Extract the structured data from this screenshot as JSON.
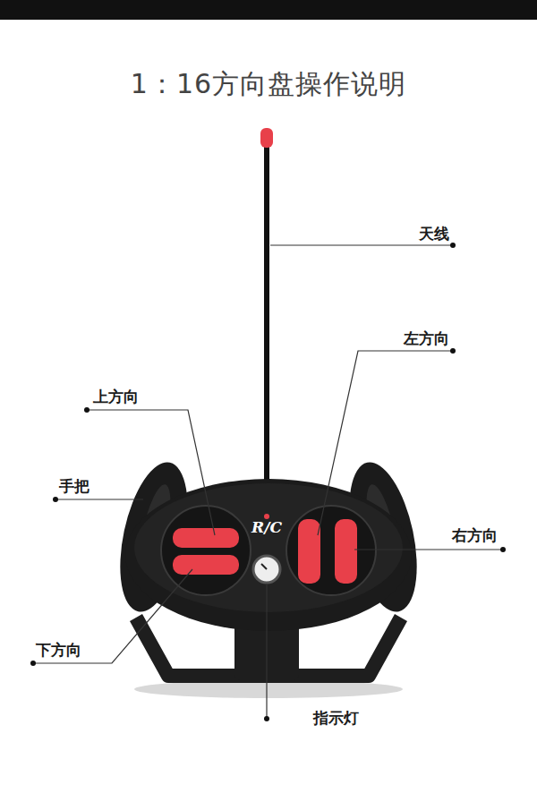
{
  "diagram": {
    "title": "1：16方向盘操作说明",
    "labels": [
      "天线",
      "左方向",
      "上方向",
      "手把",
      "右方向",
      "R/C",
      "下方向",
      "指示灯"
    ]
  }
}
